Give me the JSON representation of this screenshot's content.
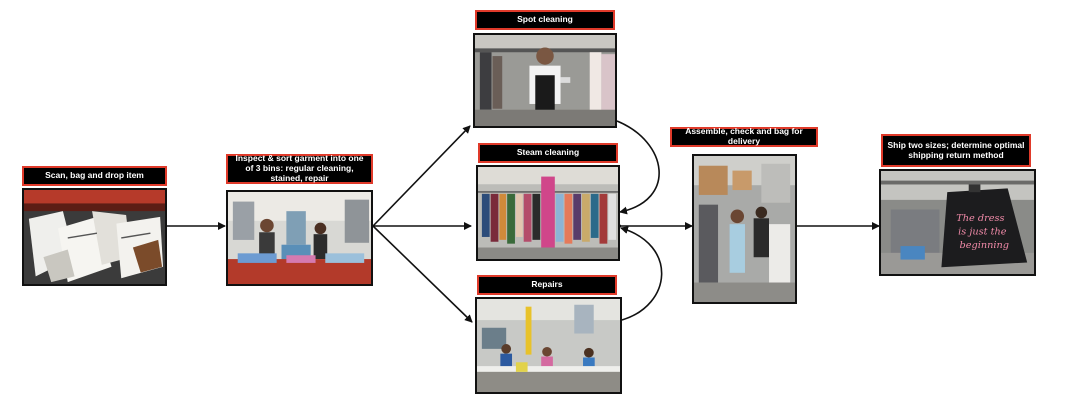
{
  "steps": {
    "scan": {
      "label": "Scan, bag and drop item",
      "photo": "bags-in-bin-photo"
    },
    "inspect": {
      "label": "Inspect & sort garment into one of 3 bins: regular cleaning, stained, repair",
      "photo": "workers-sorting-photo"
    },
    "spot": {
      "label": "Spot cleaning",
      "photo": "spot-cleaning-worker-photo"
    },
    "steam": {
      "label": "Steam cleaning",
      "photo": "garment-racks-photo"
    },
    "repairs": {
      "label": "Repairs",
      "photo": "sewing-room-photo"
    },
    "assemble": {
      "label": "Assemble, check and bag for delivery",
      "photo": "packing-floor-photo"
    },
    "ship": {
      "label": "Ship two sizes; determine optimal shipping return method",
      "photo": "garment-bag-photo"
    }
  },
  "ship_bag_text": "The dress is just the beginning",
  "colors": {
    "label_bg": "#000000",
    "label_border": "#e03a2a",
    "label_text": "#ffffff",
    "arrow": "#111111"
  }
}
